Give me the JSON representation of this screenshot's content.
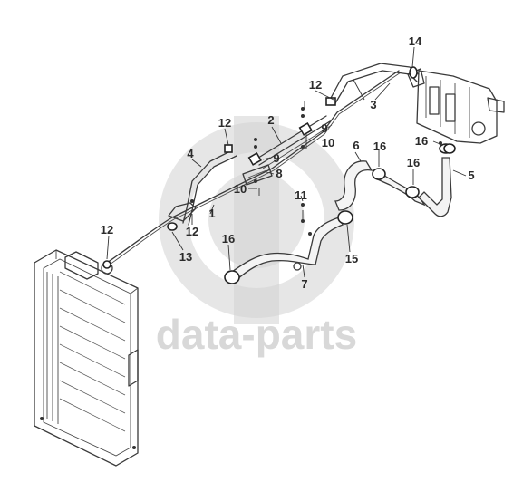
{
  "diagram": {
    "watermark": "data-parts",
    "callouts": [
      {
        "id": "c-14",
        "label": "14"
      },
      {
        "id": "c-12a",
        "label": "12"
      },
      {
        "id": "c-3",
        "label": "3"
      },
      {
        "id": "c-12b",
        "label": "12"
      },
      {
        "id": "c-2",
        "label": "2"
      },
      {
        "id": "c-9a",
        "label": "9"
      },
      {
        "id": "c-10a",
        "label": "10"
      },
      {
        "id": "c-6",
        "label": "6"
      },
      {
        "id": "c-16a",
        "label": "16"
      },
      {
        "id": "c-16b",
        "label": "16"
      },
      {
        "id": "c-4",
        "label": "4"
      },
      {
        "id": "c-9b",
        "label": "9"
      },
      {
        "id": "c-8",
        "label": "8"
      },
      {
        "id": "c-16c",
        "label": "16"
      },
      {
        "id": "c-5",
        "label": "5"
      },
      {
        "id": "c-10b",
        "label": "10"
      },
      {
        "id": "c-11",
        "label": "11"
      },
      {
        "id": "c-1",
        "label": "1"
      },
      {
        "id": "c-12c",
        "label": "12"
      },
      {
        "id": "c-12d",
        "label": "12"
      },
      {
        "id": "c-13",
        "label": "13"
      },
      {
        "id": "c-16d",
        "label": "16"
      },
      {
        "id": "c-15",
        "label": "15"
      },
      {
        "id": "c-7",
        "label": "7"
      }
    ]
  }
}
